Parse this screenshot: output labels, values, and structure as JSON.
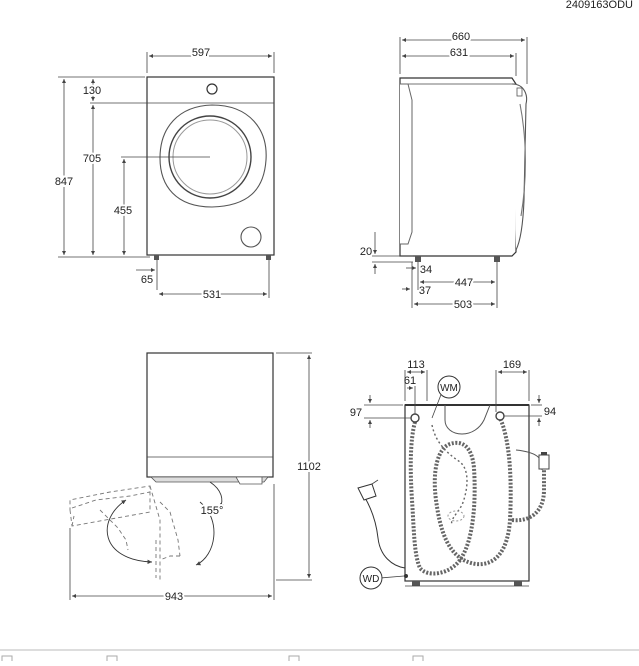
{
  "drawing_code": "2409163ODU",
  "front_view": {
    "width_top": "597",
    "height_total": "847",
    "height_top_offset": "130",
    "height_drum_center": "705",
    "height_door_center": "455",
    "foot_depth": "65",
    "feet_span": "531"
  },
  "side_view": {
    "depth_total": "660",
    "depth_body": "631",
    "foot_height": "20",
    "foot_inset": "34",
    "foot_span": "447",
    "foot_offset": "37",
    "depth_base": "503"
  },
  "door_view": {
    "height_open": "1102",
    "door_angle": "155°",
    "depth_open": "943"
  },
  "rear_view": {
    "inlet_offset": "113",
    "inlet_inner": "61",
    "drain_offset": "169",
    "inlet_height": "97",
    "drain_height": "94",
    "label_wm": "WM",
    "label_wd": "WD"
  }
}
